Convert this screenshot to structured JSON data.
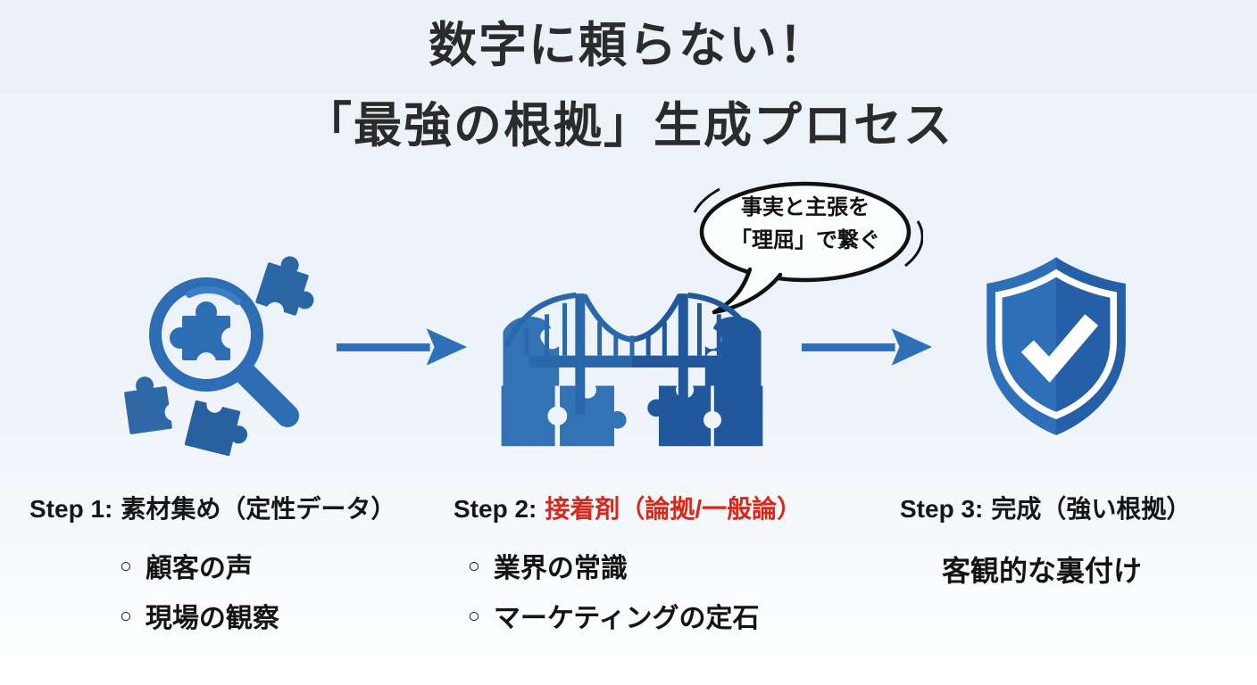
{
  "title": {
    "line1": "数字に頼らない！",
    "line2": "「最強の根拠」生成プロセス"
  },
  "bubble": {
    "line1": "事実と主張を",
    "line2": "「理屈」で繋ぐ"
  },
  "bullet_marker": "○",
  "steps": [
    {
      "prefix": "Step 1:",
      "name": "素材集め（定性データ）",
      "bullets": [
        "顧客の声",
        "現場の観察"
      ],
      "icon": "magnifier-puzzle-icon"
    },
    {
      "prefix": "Step 2:",
      "name": "接着剤（論拠/一般論）",
      "bullets": [
        "業界の常識",
        "マーケティングの定石"
      ],
      "icon": "bridge-puzzle-icon"
    },
    {
      "prefix": "Step 3:",
      "name": "完成（強い根拠）",
      "note": "客観的な裏付け",
      "icon": "shield-check-icon"
    }
  ],
  "flow_icon": "arrow-right-icon",
  "colors": {
    "accent_blue": "#2d6db3",
    "accent_blue_dark": "#21589b",
    "step2_red": "#d5291d",
    "title_text": "#2b2b2b",
    "background_top": "#eaf1f8",
    "background_bottom": "#ffffff",
    "bubble_outline": "#111111"
  }
}
